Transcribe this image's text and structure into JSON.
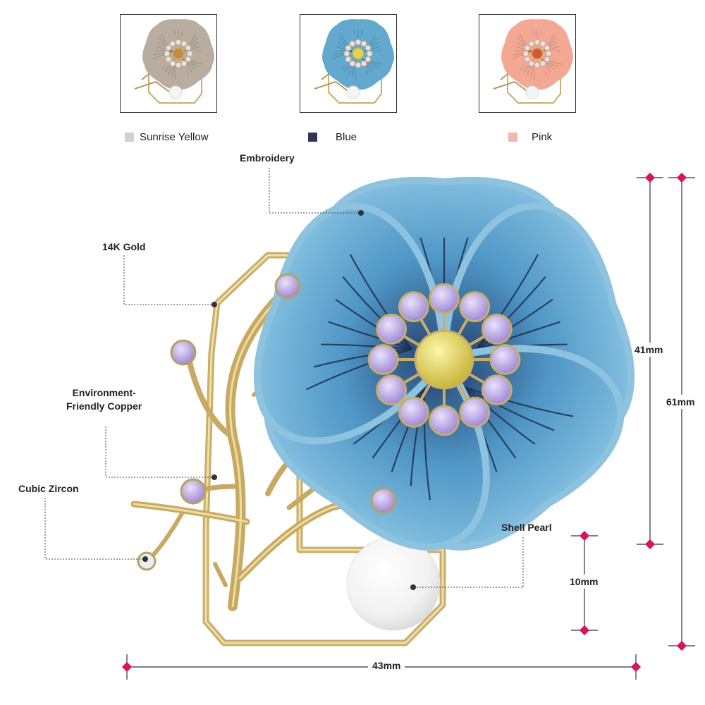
{
  "variants": [
    {
      "name": "Sunrise Yellow",
      "swatch": "#d6cfc7",
      "petal": "#b9ada0",
      "center": "#c58a3a"
    },
    {
      "name": "Blue",
      "swatch": "#2a3757",
      "petal": "#62a8cf",
      "center": "#e4d24a"
    },
    {
      "name": "Pink",
      "swatch": "#f1b7aa",
      "petal": "#f2a892",
      "center": "#d8553a"
    }
  ],
  "callouts": {
    "embroidery": "Embroidery",
    "gold": "14K Gold",
    "copper": "Environment-\nFriendly Copper",
    "zircon": "Cubic Zircon",
    "pearl": "Shell Pearl"
  },
  "dimensions": {
    "flower_height": "41mm",
    "total_height": "61mm",
    "pearl_diameter": "10mm",
    "width": "43mm"
  },
  "colors": {
    "gold": "#c9ad6a",
    "petal_blue": "#5ea6cf",
    "petal_edge": "#8ec3e0",
    "vein": "#1f2f4f",
    "zircon": "#b5a3df",
    "center_stone": "#e5d85a",
    "marker": "#d6155d"
  }
}
